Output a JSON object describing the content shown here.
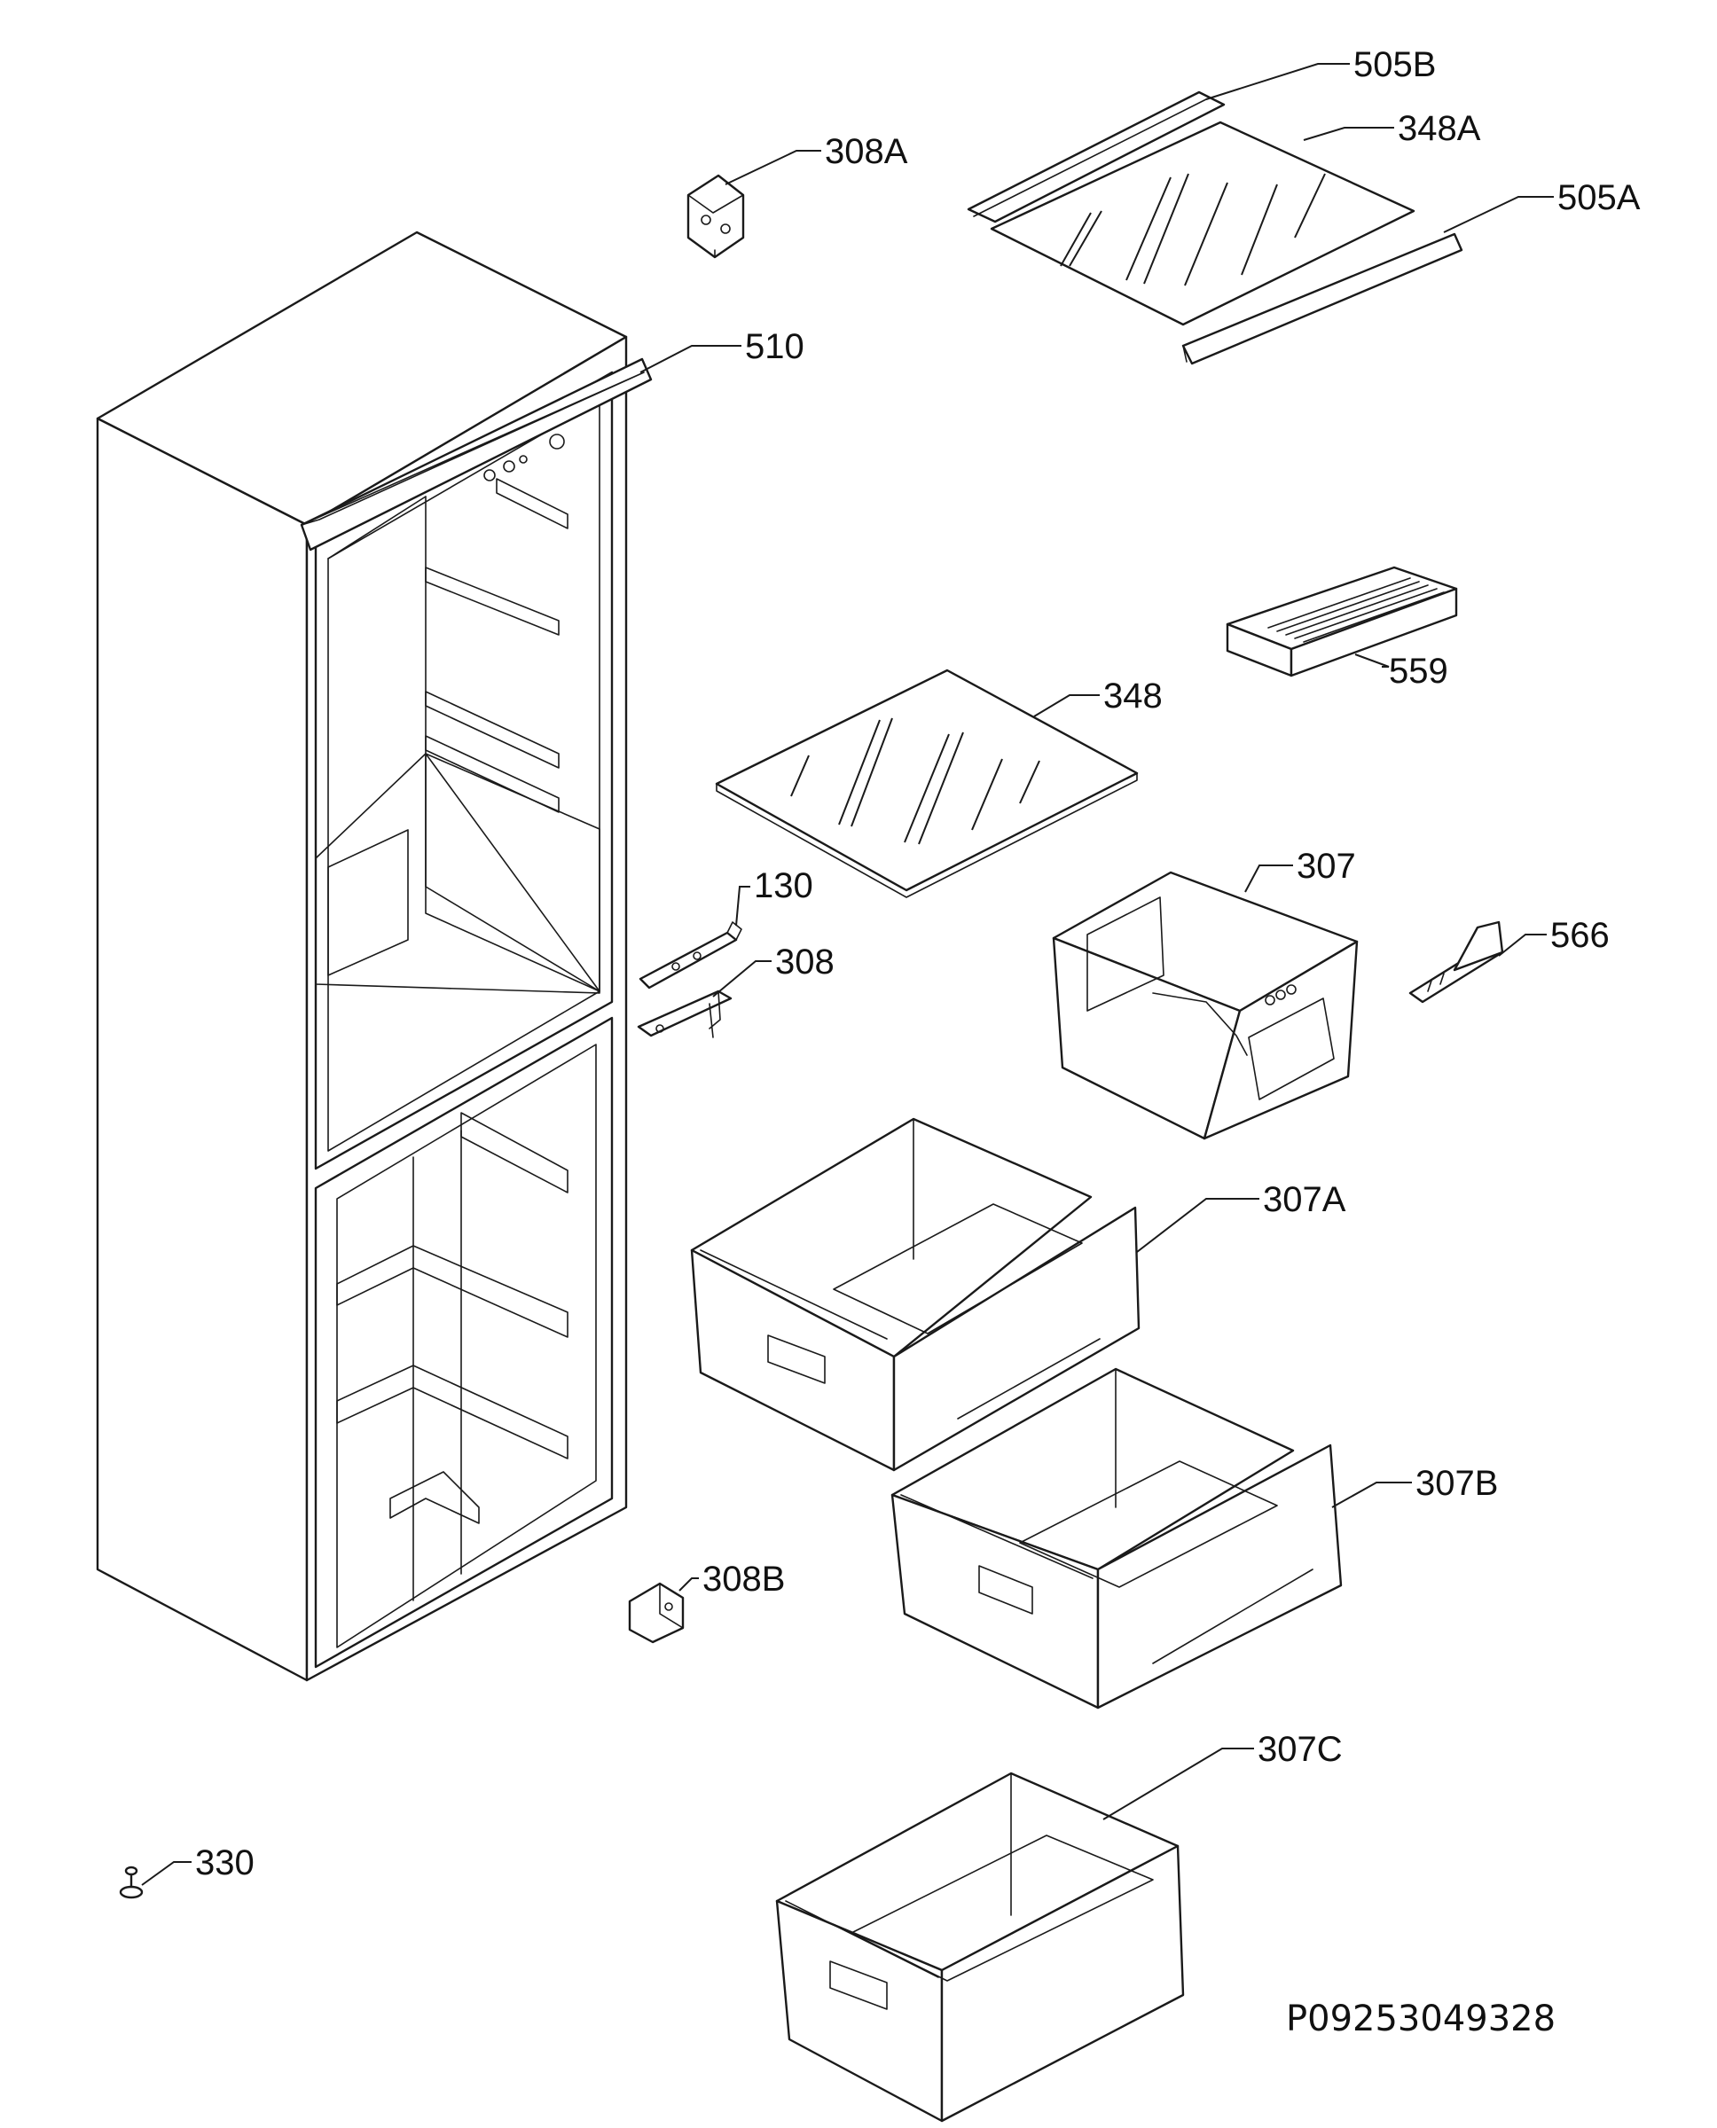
{
  "labels": {
    "l505b": "505B",
    "l348a": "348A",
    "l505a": "505A",
    "l308a": "308A",
    "l510": "510",
    "l559": "559",
    "l348": "348",
    "l130": "130",
    "l308": "308",
    "l307": "307",
    "l566": "566",
    "l307a": "307A",
    "l307b": "307B",
    "l308b": "308B",
    "l307c": "307C",
    "l330": "330"
  },
  "drawing_code": "P09253049328"
}
